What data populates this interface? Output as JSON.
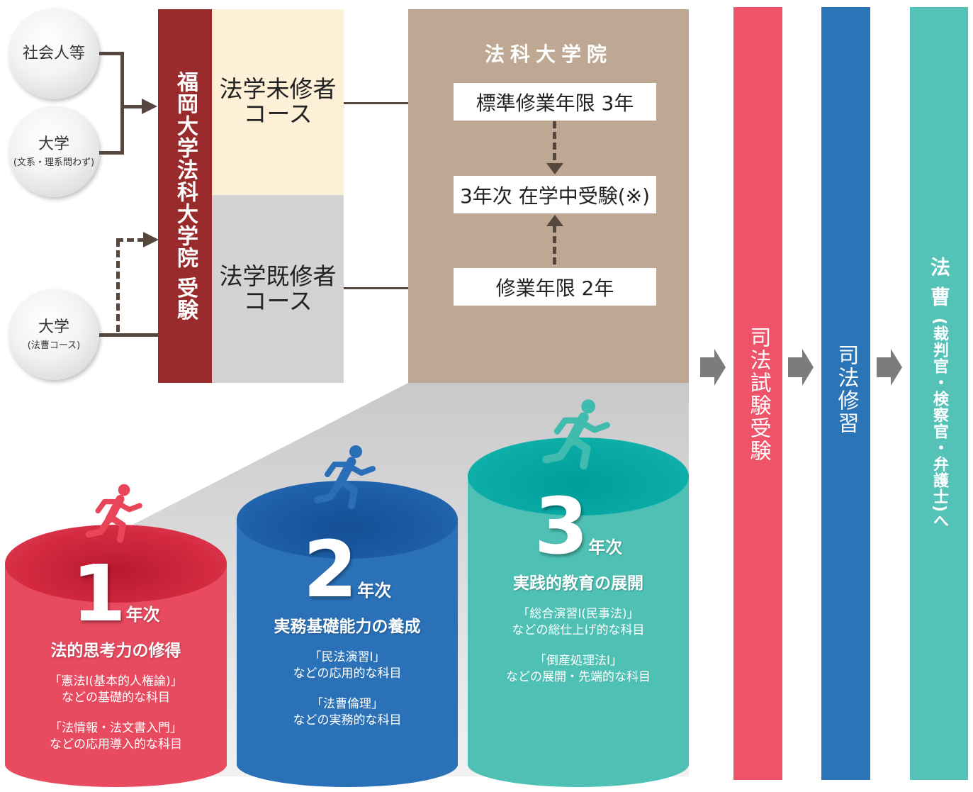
{
  "entries": {
    "working": "社会人等",
    "university1": "大学",
    "university1_sub": "(文系・理系問わず)",
    "university2": "大学",
    "university2_sub": "(法曹コース)"
  },
  "exam_band": "福岡大学法科大学院 受験",
  "courses": {
    "unlearned": [
      "法学未修者",
      "コース"
    ],
    "learned": [
      "法学既修者",
      "コース"
    ]
  },
  "law_school": {
    "title": "法科大学院",
    "standard": "標準修業年限 3年",
    "in_school_exam": "3年次 在学中受験(※)",
    "short": "修業年限 2年"
  },
  "pipeline": {
    "bar_exam": "司法試験受験",
    "training": "司法修習",
    "legal_profession": "法曹",
    "legal_profession_detail": "(裁判官・検察官・弁護士)へ"
  },
  "colors": {
    "exam_band": "#9a2b2d",
    "law_school_box": "#bea894",
    "bar_exam": "#ef5369",
    "training": "#2a74b8",
    "legal_profession": "#54c2b6",
    "year1": "#e84a5f",
    "year2": "#2a71b8",
    "year3": "#4ec0b4"
  },
  "years": [
    {
      "number": "1",
      "suffix": "年次",
      "title": "法的思考力の修得",
      "subjects": [
        [
          "「憲法I(基本的人権論)」",
          "などの基礎的な科目"
        ],
        [
          "「法情報・法文書入門」",
          "などの応用導入的な科目"
        ]
      ]
    },
    {
      "number": "2",
      "suffix": "年次",
      "title": "実務基礎能力の養成",
      "subjects": [
        [
          "「民法演習I」",
          "などの応用的な科目"
        ],
        [
          "「法曹倫理」",
          "などの実務的な科目"
        ]
      ]
    },
    {
      "number": "3",
      "suffix": "年次",
      "title": "実践的教育の展開",
      "subjects": [
        [
          "「総合演習I(民事法)」",
          "などの総仕上げ的な科目"
        ],
        [
          "「倒産処理法I」",
          "などの展開・先端的な科目"
        ]
      ]
    }
  ],
  "icons": [
    "running-person-icon"
  ]
}
